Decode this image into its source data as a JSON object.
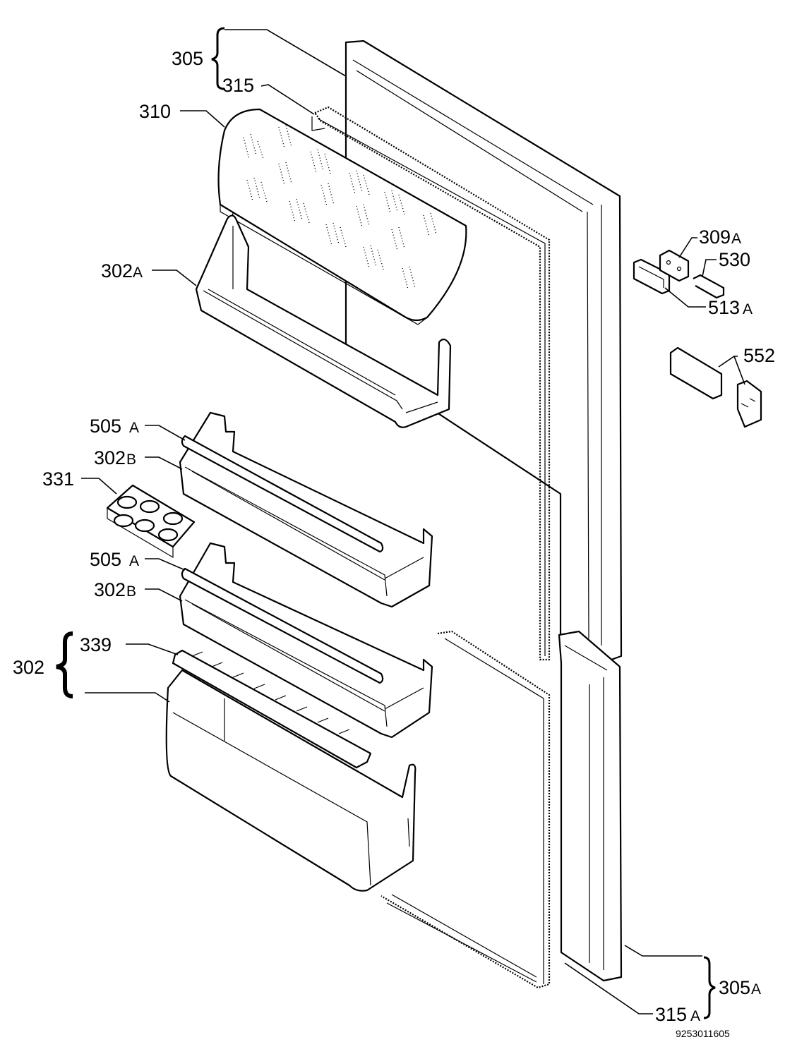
{
  "diagram": {
    "doc_code": "9253011605",
    "labels": {
      "l305": {
        "num": "305",
        "suffix": ""
      },
      "l315": {
        "num": "315",
        "suffix": ""
      },
      "l310": {
        "num": "310",
        "suffix": ""
      },
      "l302A": {
        "num": "302",
        "suffix": "A"
      },
      "l505A_1": {
        "num": "505",
        "suffix": "A"
      },
      "l302B_1": {
        "num": "302",
        "suffix": "B"
      },
      "l331": {
        "num": "331",
        "suffix": ""
      },
      "l505A_2": {
        "num": "505",
        "suffix": "A"
      },
      "l302B_2": {
        "num": "302",
        "suffix": "B"
      },
      "l339": {
        "num": "339",
        "suffix": ""
      },
      "l302": {
        "num": "302",
        "suffix": ""
      },
      "l309A": {
        "num": "309",
        "suffix": "A"
      },
      "l530": {
        "num": "530",
        "suffix": ""
      },
      "l513A": {
        "num": "513",
        "suffix": "A"
      },
      "l552": {
        "num": "552",
        "suffix": ""
      },
      "l305A": {
        "num": "305",
        "suffix": "A"
      },
      "l315A": {
        "num": "315",
        "suffix": "A"
      }
    }
  }
}
